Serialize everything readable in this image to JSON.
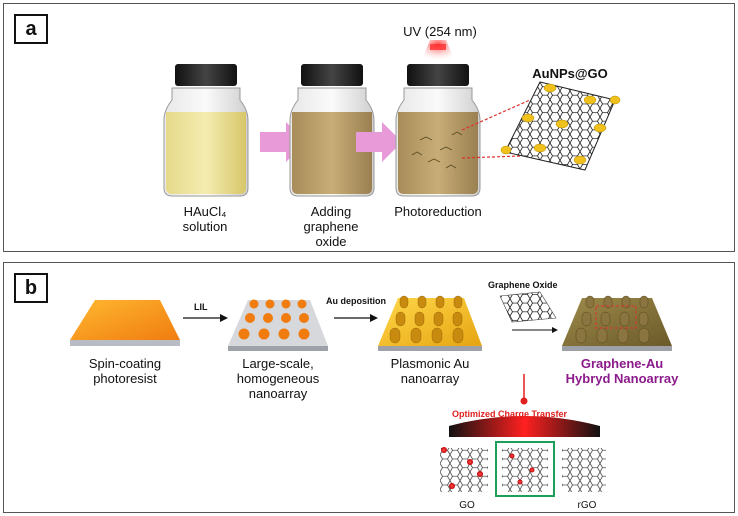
{
  "panel_a": {
    "tag": "a",
    "uv_label": "UV (254 nm)",
    "product_label": "AuNPs@GO",
    "steps": [
      {
        "line1": "HAuCl₄",
        "line2": "solution",
        "line3": ""
      },
      {
        "line1": "Adding",
        "line2": "graphene",
        "line3": "oxide"
      },
      {
        "line1": "Photoreduction",
        "line2": "",
        "line3": ""
      }
    ]
  },
  "panel_b": {
    "tag": "b",
    "arrow1_label": "LIL",
    "arrow2_label": "Au deposition",
    "go_label": "Graphene Oxide",
    "steps": [
      {
        "line1": "Spin-coating",
        "line2": "photoresist",
        "line3": ""
      },
      {
        "line1": "Large-scale,",
        "line2": "homogeneous",
        "line3": "nanoarray"
      },
      {
        "line1": "Plasmonic Au",
        "line2": "nanoarray",
        "line3": ""
      }
    ],
    "final_line1": "Graphene-Au",
    "final_line2": "Hybryd Nanoarray",
    "charge_title": "Optimized Charge Transfer",
    "go_axis_left": "GO",
    "go_axis_right": "rGO"
  },
  "colors": {
    "arrow_pink": "#e89ad8",
    "accent_red": "#e0201f",
    "final_purple": "#8b1a8b",
    "highlight_green": "#1aa05a",
    "gold": "#f0b91c"
  }
}
